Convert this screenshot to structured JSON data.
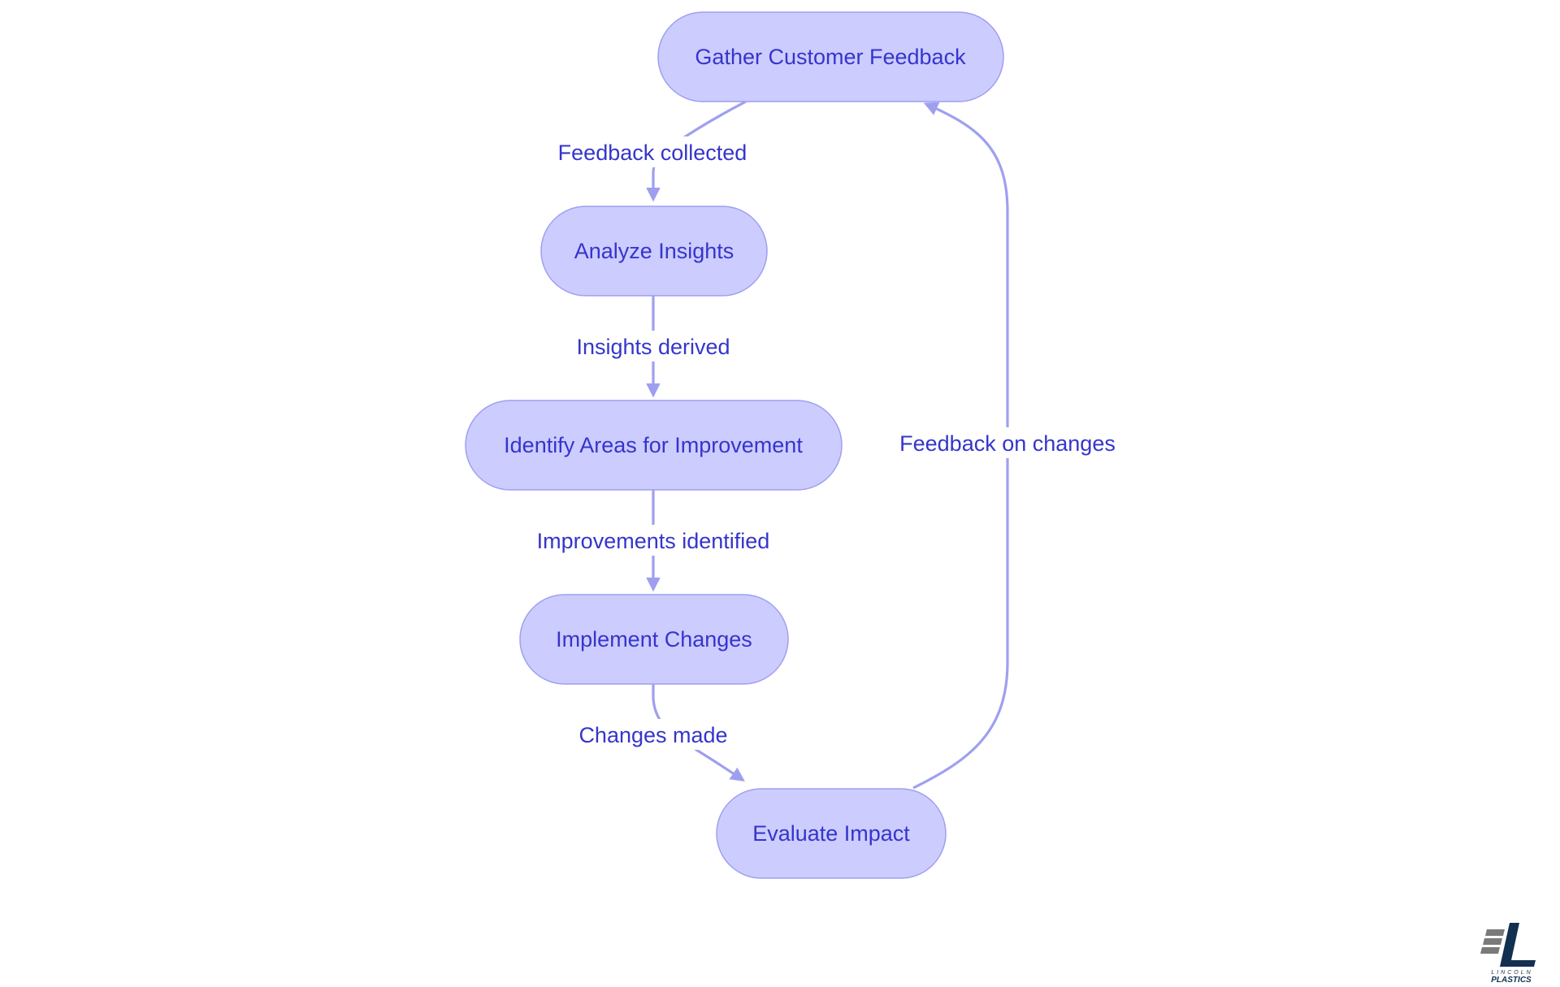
{
  "diagram": {
    "nodes": [
      {
        "id": "gather",
        "label": "Gather Customer Feedback"
      },
      {
        "id": "analyze",
        "label": "Analyze Insights"
      },
      {
        "id": "identify",
        "label": "Identify Areas for Improvement"
      },
      {
        "id": "implement",
        "label": "Implement Changes"
      },
      {
        "id": "evaluate",
        "label": "Evaluate Impact"
      }
    ],
    "edges": [
      {
        "from": "gather",
        "to": "analyze",
        "label": "Feedback collected"
      },
      {
        "from": "analyze",
        "to": "identify",
        "label": "Insights derived"
      },
      {
        "from": "identify",
        "to": "implement",
        "label": "Improvements identified"
      },
      {
        "from": "implement",
        "to": "evaluate",
        "label": "Changes made"
      },
      {
        "from": "evaluate",
        "to": "gather",
        "label": "Feedback on changes"
      }
    ],
    "colors": {
      "node_fill": "#ccccff",
      "node_stroke": "#9f9ff0",
      "text": "#3535cc",
      "edge": "#9f9ff0"
    }
  },
  "logo": {
    "line1": "LINCOLN",
    "line2": "PLASTICS",
    "colors": {
      "gray": "#7a7a7a",
      "navy": "#12304f"
    }
  }
}
